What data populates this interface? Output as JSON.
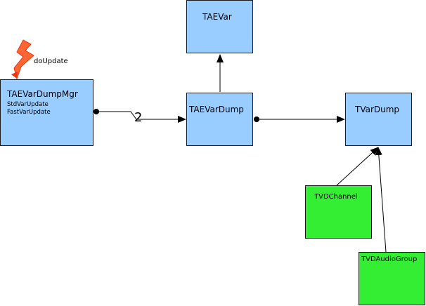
{
  "nodes": {
    "taevar": {
      "label": "TAEVar"
    },
    "taevardumpmgr": {
      "label": "TAEVarDumpMgr",
      "methods": [
        "StdVarUpdate",
        "FastVarUpdate"
      ]
    },
    "taevardump": {
      "label": "TAEVarDump"
    },
    "tvardump": {
      "label": "TVarDump"
    },
    "tvdchannel": {
      "label": "TVDChannel"
    },
    "tvdaudiogroup": {
      "label": "TVDAudioGroup"
    }
  },
  "event": {
    "label": "doUpdate",
    "icon": "lightning-bolt-icon"
  },
  "edges": {
    "mgr_to_dump": {
      "multiplicity": "2"
    }
  },
  "colors": {
    "class_fill": "#99ccff",
    "subclass_fill": "#33ee33",
    "bolt_fill": "#ff6633",
    "bolt_stroke": "#ee3311",
    "line": "#000000"
  }
}
